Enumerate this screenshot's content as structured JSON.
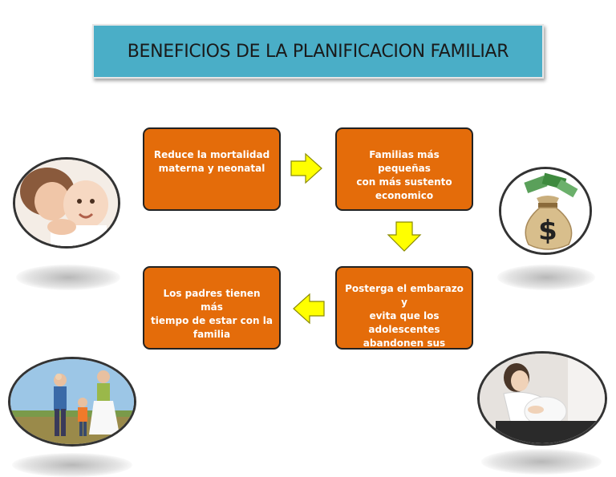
{
  "title": "BENEFICIOS DE LA PLANIFICACION FAMILIAR",
  "nodes": [
    {
      "id": "n1",
      "lines": [
        "Reduce la mortalidad",
        "materna y neonatal"
      ]
    },
    {
      "id": "n2",
      "lines": [
        "Familias más pequeñas",
        "con más sustento",
        "economico"
      ]
    },
    {
      "id": "n3",
      "lines": [
        "Posterga el embarazo y",
        "evita que los",
        "adolescentes",
        "abandonen sus estudios"
      ]
    },
    {
      "id": "n4",
      "lines": [
        "Los padres tienen más",
        "tiempo de estar con la",
        "familia"
      ]
    }
  ],
  "colors": {
    "title_bg": "#4aaec7",
    "node_bg": "#e46c0a",
    "arrow_fill": "#ffff00"
  },
  "images": {
    "mother_baby": "mother-and-baby-photo",
    "money_bag": "money-bag-dollar-icon",
    "family_walk": "family-walking-photo",
    "pregnant": "pregnant-woman-photo"
  }
}
